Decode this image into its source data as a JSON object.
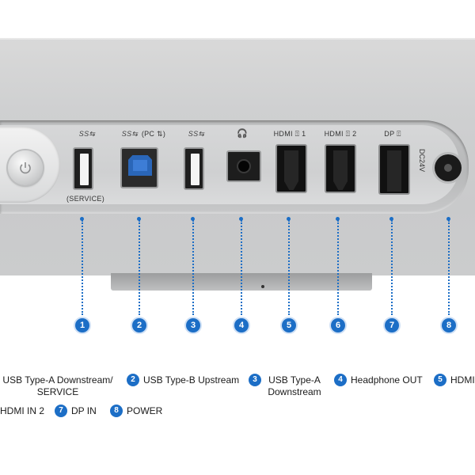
{
  "ports": [
    {
      "number": "1",
      "top_label": "",
      "bottom_label": "(SERVICE)"
    },
    {
      "number": "2",
      "top_label": "(PC ⇅)",
      "bottom_label": ""
    },
    {
      "number": "3",
      "top_label": "",
      "bottom_label": ""
    },
    {
      "number": "4",
      "top_label": "🎧",
      "bottom_label": ""
    },
    {
      "number": "5",
      "top_label": "HDMI ⍐ 1",
      "bottom_label": ""
    },
    {
      "number": "6",
      "top_label": "HDMI ⍐ 2",
      "bottom_label": ""
    },
    {
      "number": "7",
      "top_label": "DP ⍐",
      "bottom_label": ""
    },
    {
      "number": "8",
      "top_label": "DC24V",
      "bottom_label": ""
    }
  ],
  "usb_mark": "SS⇆",
  "legend": {
    "item1_text": "USB Type-A Downstream/\nSERVICE",
    "item2_text": "USB Type-B Upstream",
    "item3_text": "USB Type-A\nDownstream",
    "item4_text": "Headphone OUT",
    "item5_text": "HDMI",
    "item6_text": "HDMI IN 2",
    "item7_text": "DP IN",
    "item8_text": "POWER",
    "n2": "2",
    "n3": "3",
    "n4": "4",
    "n5": "5",
    "n7": "7",
    "n8": "8"
  },
  "colors": {
    "accent": "#1c6ec6"
  }
}
